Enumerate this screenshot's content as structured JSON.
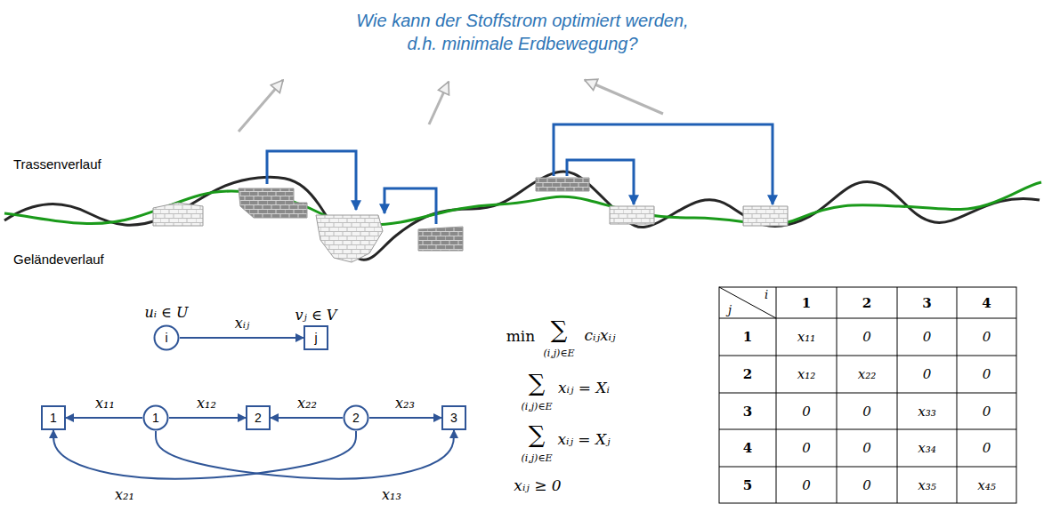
{
  "diagram": {
    "title": "Wie kann der Stoffstrom optimiert werden, d.h. minimale Erdbewegung?",
    "nodes": [
      {
        "text": [
          "uᵢ ∈ U",
          "i"
        ]
      },
      {
        "text": [
          "vⱼ ∈ V",
          "j"
        ]
      },
      {
        "text": [
          "1"
        ]
      },
      {
        "text": [
          "1"
        ]
      },
      {
        "text": [
          "2"
        ]
      },
      {
        "text": [
          "2"
        ]
      },
      {
        "text": [
          "3"
        ]
      }
    ],
    "edges": [
      {
        "from": 0,
        "to": 1,
        "arrow": "to",
        "label": "xᵢⱼ"
      },
      {
        "from": 3,
        "to": 2,
        "arrow": "to",
        "label": "x₁₁"
      },
      {
        "from": 3,
        "to": 4,
        "arrow": "to",
        "label": "x₁₂"
      },
      {
        "from": 5,
        "to": 4,
        "arrow": "to",
        "label": "x₂₂"
      },
      {
        "from": 5,
        "to": 6,
        "arrow": "to",
        "label": "x₂₃"
      },
      {
        "from": 5,
        "to": 2,
        "arrow": "to",
        "label": "x₂₁"
      },
      {
        "from": 3,
        "to": 6,
        "arrow": "to",
        "label": "x₁₃"
      }
    ],
    "labels": [
      "Trassenverlauf",
      "Geländeverlauf",
      "min",
      "∑",
      "(i,j)∈E",
      "cᵢⱼxᵢⱼ",
      "∑",
      "(i,j)∈E",
      "xᵢⱼ = Xᵢ",
      "∑",
      "(i,j)∈E",
      "xᵢⱼ = Xⱼ",
      "xᵢⱼ ≥ 0",
      "i",
      "j",
      "1",
      "2",
      "3",
      "4",
      "1",
      "x₁₁",
      "0",
      "0",
      "0",
      "2",
      "x₁₂",
      "x₂₂",
      "0",
      "0",
      "3",
      "0",
      "0",
      "x₃₃",
      "0",
      "4",
      "0",
      "0",
      "x₃₄",
      "0",
      "5",
      "0",
      "0",
      "x₃₅",
      "x₄₅"
    ]
  }
}
